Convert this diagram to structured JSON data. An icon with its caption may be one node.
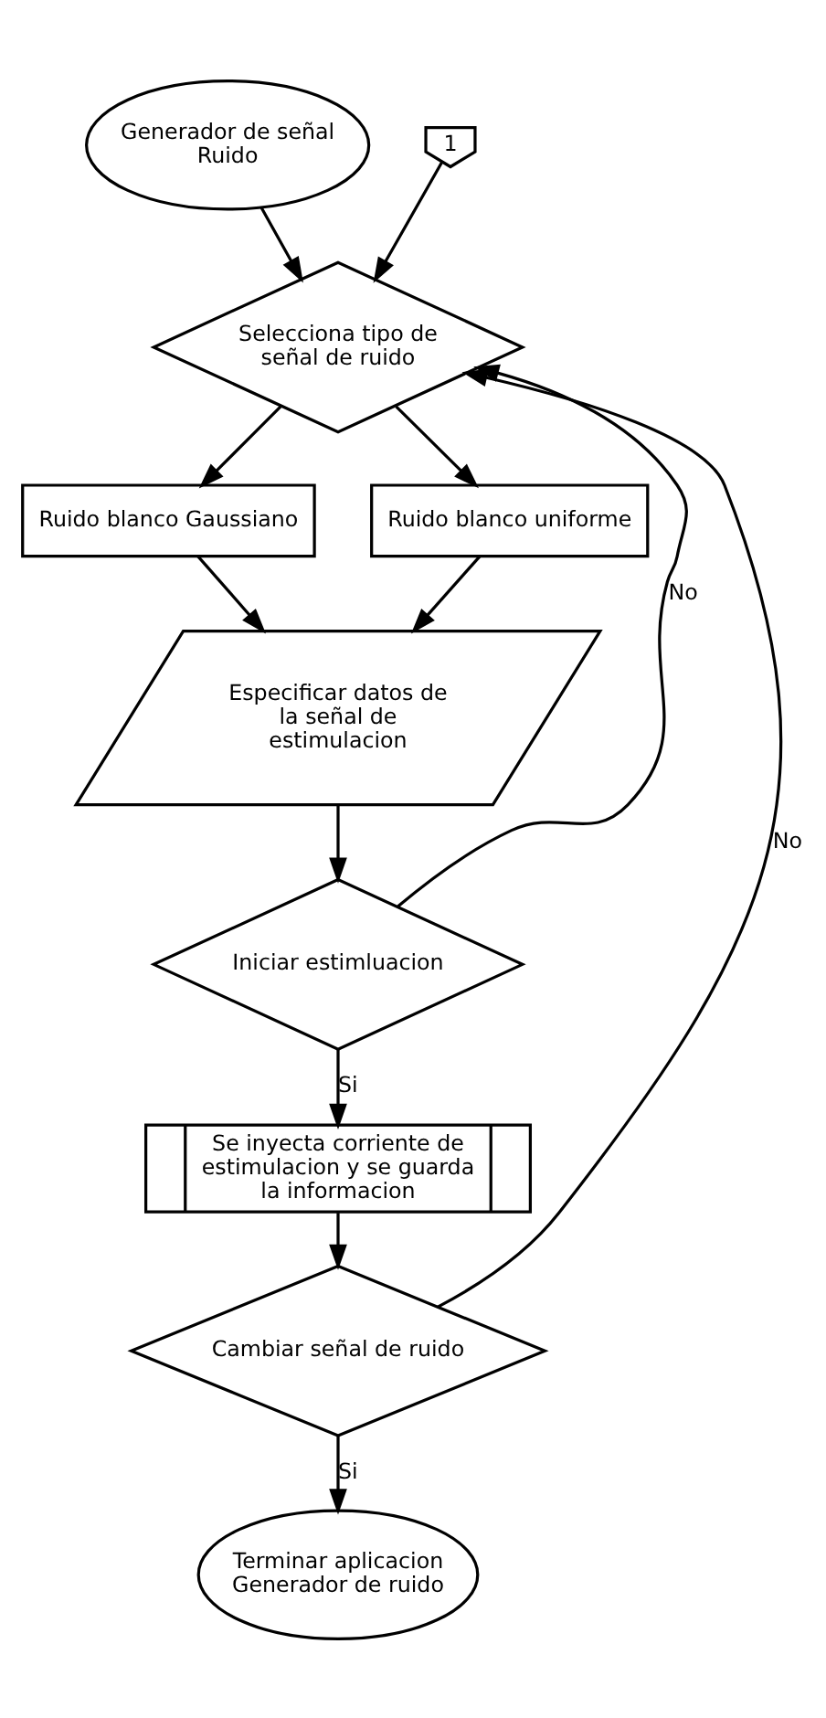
{
  "diagram": {
    "nodes": [
      {
        "text": [
          "Generador de señal Ruido"
        ]
      },
      {
        "text": [
          "1"
        ]
      },
      {
        "text": [
          "Selecciona tipo de señal de ruido"
        ]
      },
      {
        "text": [
          "Ruido blanco Gaussiano"
        ]
      },
      {
        "text": [
          "Ruido blanco uniforme"
        ]
      },
      {
        "text": [
          "Especificar datos de la señal de estimulacion"
        ]
      },
      {
        "text": [
          "Iniciar estimluacion"
        ]
      },
      {
        "text": [
          "Se inyecta corriente de estimulacion y se guarda la informacion"
        ]
      },
      {
        "text": [
          "Cambiar señal de ruido"
        ]
      },
      {
        "text": [
          "Terminar aplicacion Generador de ruido"
        ]
      }
    ],
    "edges": [
      {
        "from": 0,
        "to": 2,
        "arrow": "to"
      },
      {
        "from": 1,
        "to": 2,
        "arrow": "to"
      },
      {
        "from": 2,
        "to": 3,
        "arrow": "to"
      },
      {
        "from": 2,
        "to": 4,
        "arrow": "to"
      },
      {
        "from": 3,
        "to": 5,
        "arrow": "to"
      },
      {
        "from": 4,
        "to": 5,
        "arrow": "to"
      },
      {
        "from": 5,
        "to": 6,
        "arrow": "to"
      },
      {
        "from": 6,
        "to": 2,
        "label": "No",
        "arrow": "to"
      },
      {
        "from": 6,
        "to": 7,
        "label": "Si",
        "arrow": "to"
      },
      {
        "from": 7,
        "to": 8,
        "arrow": "to"
      },
      {
        "from": 8,
        "to": 2,
        "label": "No",
        "arrow": "to"
      },
      {
        "from": 8,
        "to": 9,
        "label": "Si",
        "arrow": "to"
      }
    ]
  }
}
